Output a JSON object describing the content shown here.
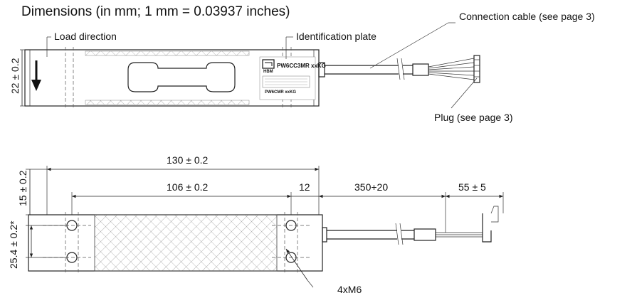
{
  "title": "Dimensions (in mm; 1 mm = 0.03937 inches)",
  "top_view": {
    "load_direction": "Load direction",
    "identification_plate": "Identification plate",
    "connection_cable": "Connection cable (see page 3)",
    "plug": "Plug (see page 3)",
    "height_dim": "22 ± 0.2",
    "plate_logo": "HBM",
    "plate_model": "PW6CC3MR xxKG",
    "plate_small_text": "PW6CMR xxKG"
  },
  "bottom_view": {
    "dim_total_length": "130 ± 0.2",
    "dim_hole_spacing": "106 ± 0.2",
    "dim_end_offset": "12",
    "dim_cable_length": "350+20",
    "dim_plug_length": "55 ± 5",
    "dim_hole_edge": "15 ± 0.2",
    "dim_width": "25.4 ± 0.2*",
    "thread_label": "4xM6"
  }
}
